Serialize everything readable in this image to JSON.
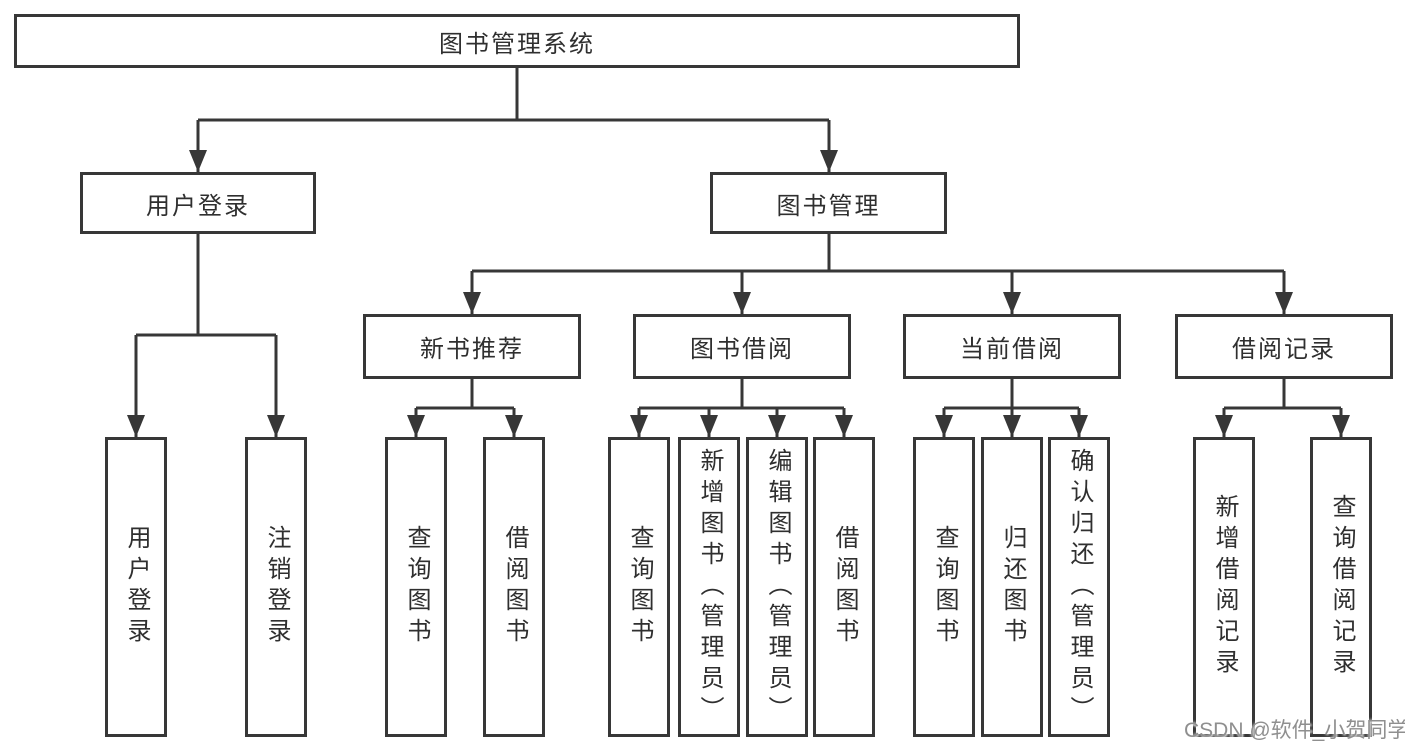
{
  "tree": {
    "label": "图书管理系统",
    "children": [
      {
        "label": "用户登录",
        "children": [
          {
            "label": "用户登录"
          },
          {
            "label": "注销登录"
          }
        ]
      },
      {
        "label": "图书管理",
        "children": [
          {
            "label": "新书推荐",
            "children": [
              {
                "label": "查询图书"
              },
              {
                "label": "借阅图书"
              }
            ]
          },
          {
            "label": "图书借阅",
            "children": [
              {
                "label": "查询图书"
              },
              {
                "label": "新增图书（管理员）"
              },
              {
                "label": "编辑图书（管理员）"
              },
              {
                "label": "借阅图书"
              }
            ]
          },
          {
            "label": "当前借阅",
            "children": [
              {
                "label": "查询图书"
              },
              {
                "label": "归还图书"
              },
              {
                "label": "确认归还（管理员）"
              }
            ]
          },
          {
            "label": "借阅记录",
            "children": [
              {
                "label": "新增借阅记录"
              },
              {
                "label": "查询借阅记录"
              }
            ]
          }
        ]
      }
    ]
  },
  "watermark": {
    "text": "CSDN @软件_小贺同学"
  },
  "colors": {
    "line": "#373737",
    "text": "#2f2f2f",
    "watermark": "#8f8f8f",
    "background": "#ffffff"
  }
}
